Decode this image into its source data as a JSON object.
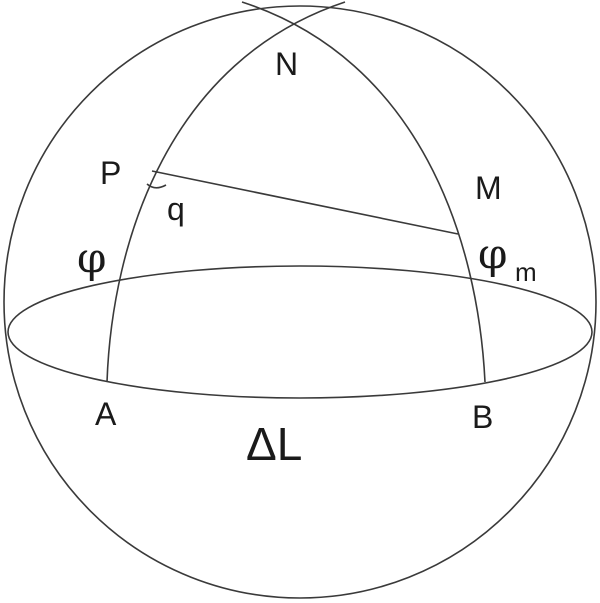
{
  "labels": {
    "north_pole": "N",
    "point_p": "P",
    "point_m": "M",
    "angle_q": "q",
    "latitude_phi": "φ",
    "latitude_phi_m": "φ",
    "latitude_phi_m_subscript": "m",
    "point_a": "A",
    "point_b": "B",
    "delta_longitude": "ΔL"
  },
  "colors": {
    "line": "#3a3a3a",
    "text": "#1a1a1a",
    "background": "#ffffff"
  }
}
